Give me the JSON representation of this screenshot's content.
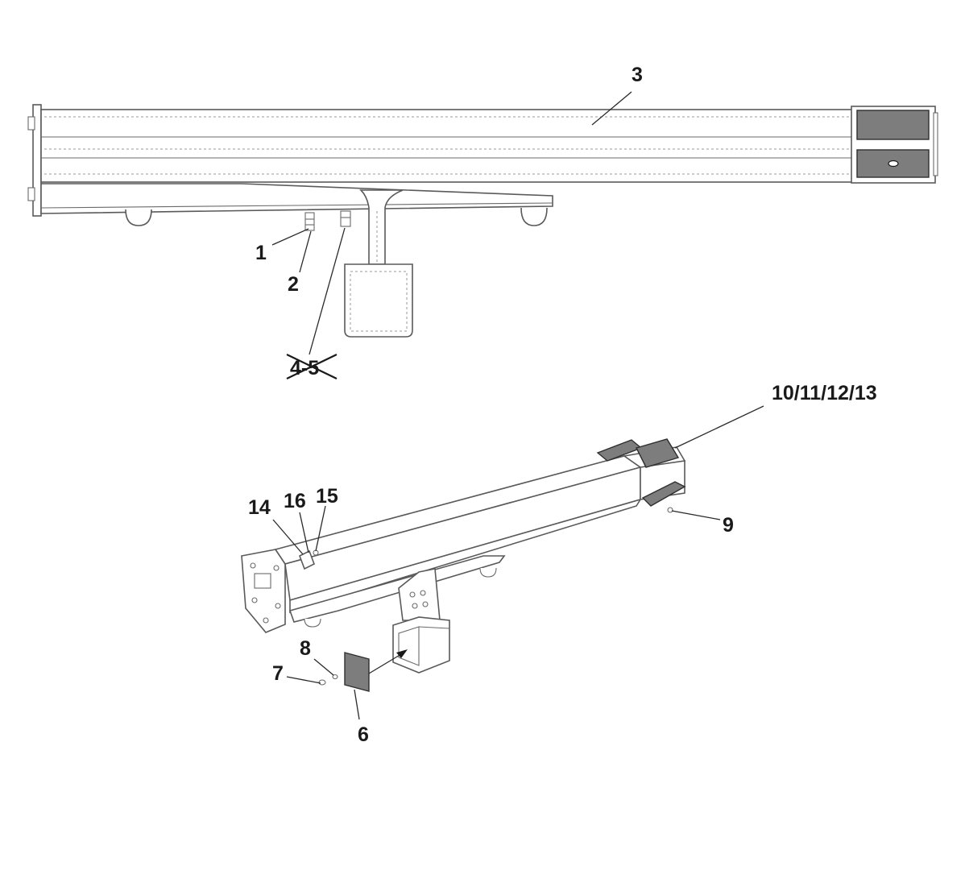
{
  "callouts": {
    "c1": "1",
    "c2": "2",
    "c3": "3",
    "c45": "4-5",
    "c6": "6",
    "c7": "7",
    "c8": "8",
    "c9": "9",
    "c10_13": "10/11/12/13",
    "c14": "14",
    "c15": "15",
    "c16": "16"
  },
  "colors": {
    "pad_fill": "#7d7d7d",
    "line": "#5a5a5a"
  },
  "removed_callouts": [
    "c45"
  ]
}
